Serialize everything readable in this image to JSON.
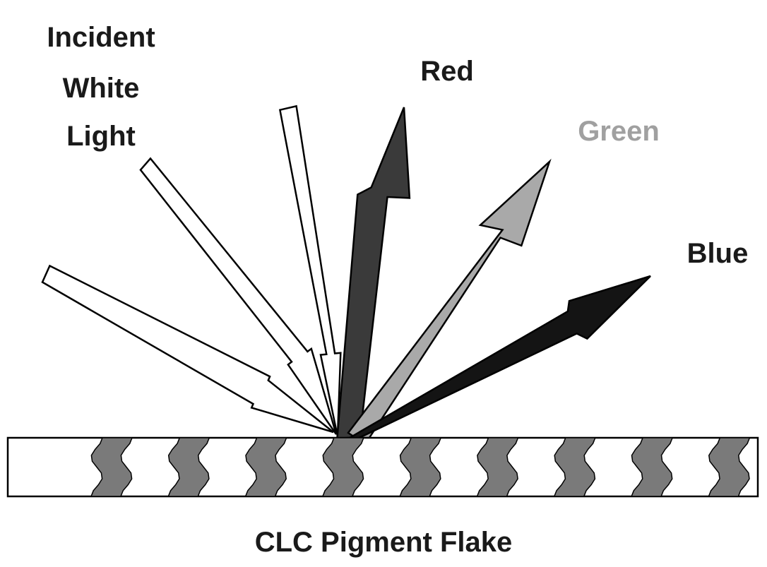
{
  "labels": {
    "incident_line1": "Incident",
    "incident_line2": "White",
    "incident_line3": "Light",
    "red": "Red",
    "green": "Green",
    "blue": "Blue",
    "caption": "CLC Pigment Flake"
  },
  "incident_arrow_count": 3,
  "reflected_beams": [
    {
      "name": "Red",
      "color": "#3a3a3a"
    },
    {
      "name": "Green",
      "color": "#a9a9a9"
    },
    {
      "name": "Blue",
      "color": "#141414"
    }
  ],
  "flake": {
    "stripe_count": 9,
    "stripe_color": "#7a7a7a"
  },
  "colors": {
    "outline": "#000000",
    "incident_fill": "#ffffff",
    "text": "#1a1a1a",
    "green_text": "#a0a0a0"
  }
}
